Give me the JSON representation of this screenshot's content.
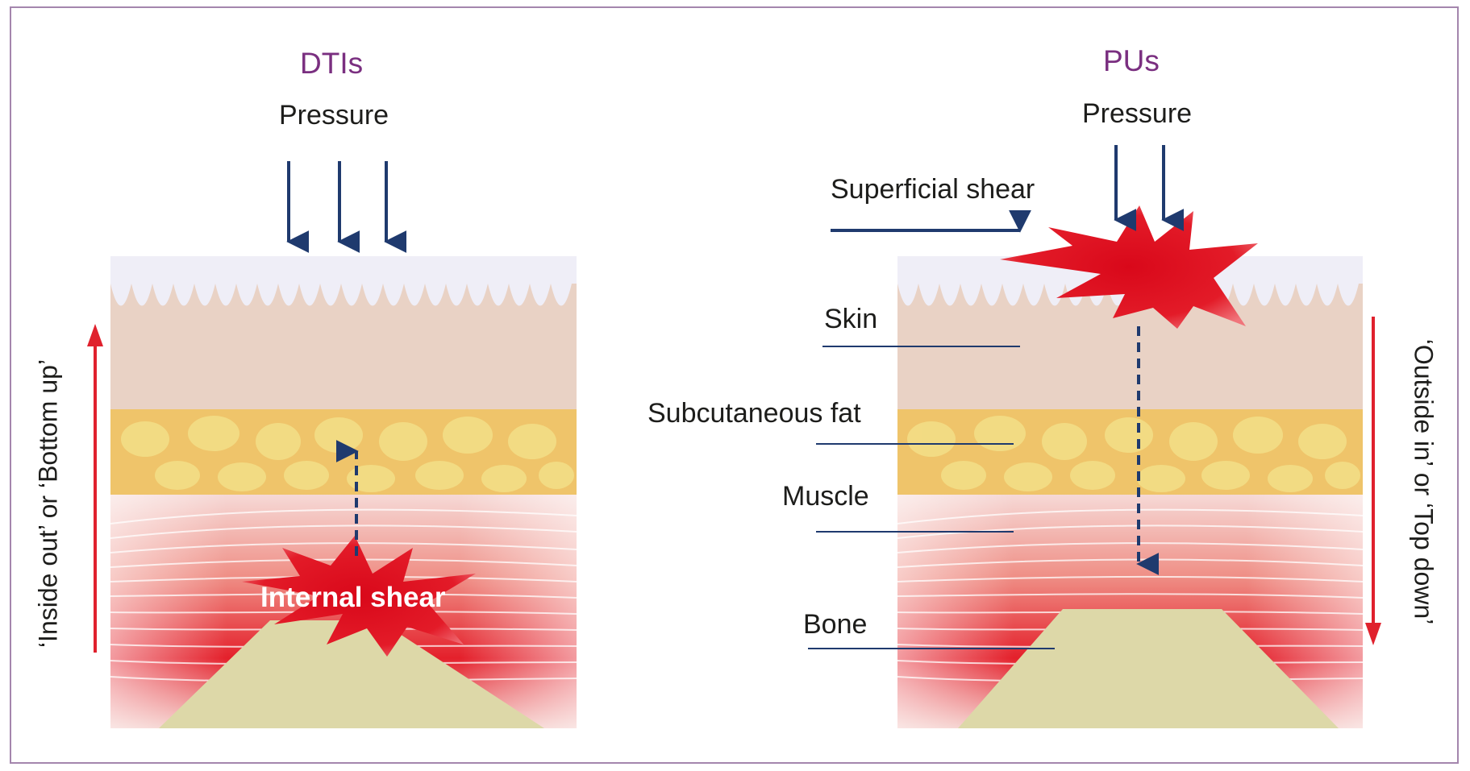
{
  "colors": {
    "frame": "#a486ad",
    "title": "#7a2f80",
    "navy_arrow": "#1f3a6e",
    "red_arrow": "#e0212d",
    "skin_top": "#efeef7",
    "skin": "#e9d2c5",
    "fat": "#efc46a",
    "fat_blob": "#f3de86",
    "muscle": "#e4202b",
    "bone": "#ddd8a8",
    "starburst": "#e1121f"
  },
  "left_panel": {
    "title": "DTIs",
    "pressure_label": "Pressure",
    "internal_shear_label": "Internal shear",
    "direction_label": "‘Inside out’ or ‘Bottom up’"
  },
  "right_panel": {
    "title": "PUs",
    "pressure_label": "Pressure",
    "superficial_shear_label": "Superficial shear",
    "direction_label": "‘Outside in’ or ‘Top down’",
    "layer_labels": [
      "Skin",
      "Subcutaneous fat",
      "Muscle",
      "Bone"
    ]
  }
}
